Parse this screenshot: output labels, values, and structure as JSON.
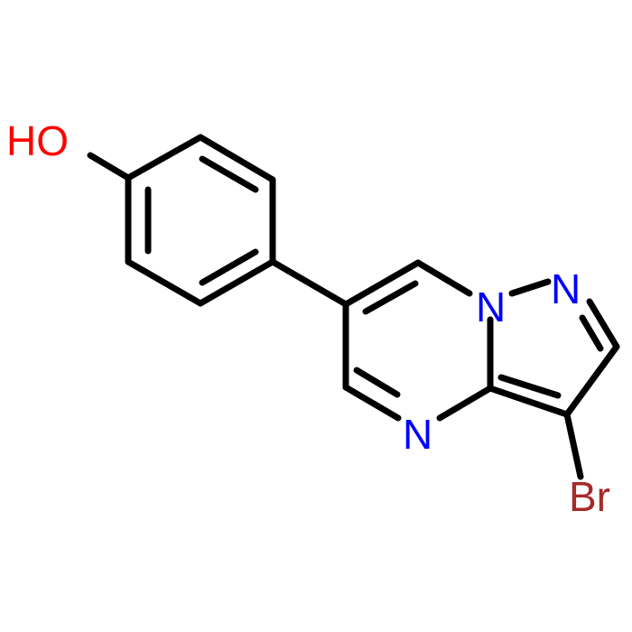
{
  "atoms": [
    {
      "id": "O",
      "label": "HO",
      "color": "#ff0000"
    },
    {
      "id": "N1",
      "label": "N",
      "color": "#0000ff"
    },
    {
      "id": "N2",
      "label": "N",
      "color": "#0000ff"
    },
    {
      "id": "N3",
      "label": "N",
      "color": "#0000ff"
    },
    {
      "id": "Br",
      "label": "Br",
      "color": "#a52a2a"
    }
  ],
  "bond_color": "#000000",
  "background": "#ffffff"
}
